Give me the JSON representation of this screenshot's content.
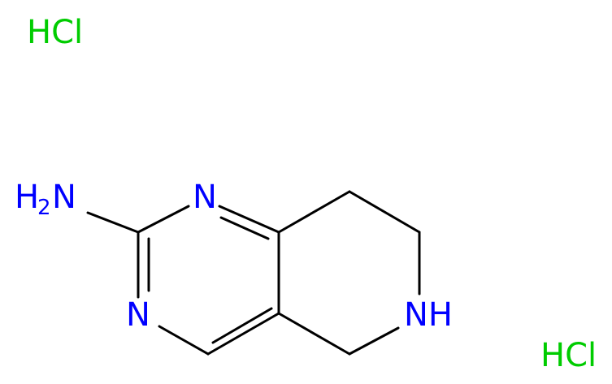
{
  "molecule": {
    "atoms": {
      "amine_h": "H",
      "amine_h_count": "2",
      "amine_n": "N",
      "n1": "N",
      "n3": "N",
      "nh": "NH"
    },
    "salts": [
      "HCl",
      "HCl"
    ]
  },
  "colors": {
    "bond": "#000000",
    "nitrogen": "#0000ff",
    "chlorine_salt": "#00cc00",
    "background": "#ffffff"
  }
}
